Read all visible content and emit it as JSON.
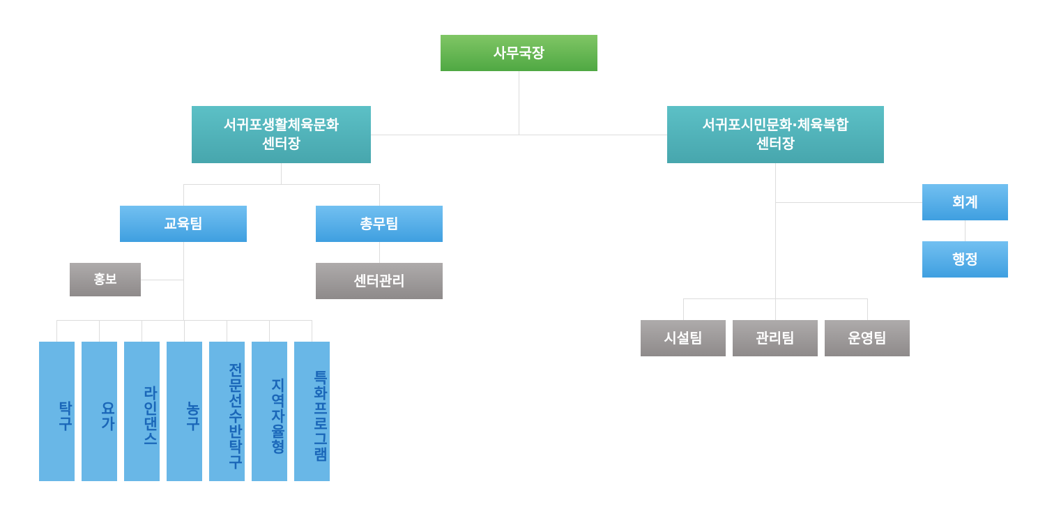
{
  "director": "사무국장",
  "left_center": {
    "line1": "서귀포생활체육문화",
    "line2": "센터장"
  },
  "right_center": {
    "line1": "서귀포시민문화·체육복합",
    "line2": "센터장"
  },
  "education_team": "교육팀",
  "general_team": "총무팀",
  "promotion": "홍보",
  "center_management": "센터관리",
  "programs": [
    "탁구",
    "요가",
    "라인댄스",
    "농구",
    "전문선수반탁구",
    "지역자율형",
    "특화프로그램"
  ],
  "accounting": "회계",
  "administration": "행정",
  "right_teams": [
    "시설팀",
    "관리팀",
    "운영팀"
  ]
}
